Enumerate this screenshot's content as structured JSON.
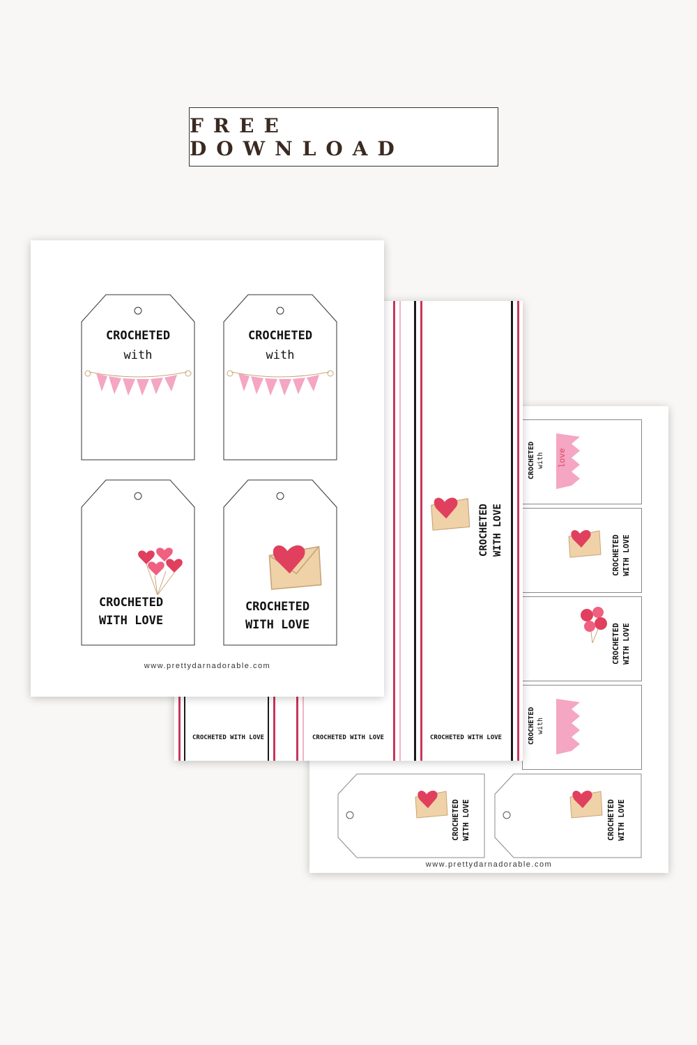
{
  "banner": {
    "label": "FREE DOWNLOAD"
  },
  "front_sheet": {
    "tags": [
      {
        "line1": "CROCHETED",
        "line2": "with",
        "art": "love-bunting"
      },
      {
        "line1": "CROCHETED",
        "line2": "with",
        "art": "love-bunting"
      },
      {
        "line1": "CROCHETED",
        "line2": "WITH LOVE",
        "art": "heart-balloons"
      },
      {
        "line1": "CROCHETED",
        "line2": "WITH LOVE",
        "art": "heart-envelope"
      }
    ],
    "website": "www.prettydarnadorable.com"
  },
  "middle_sheet": {
    "band_text": "CROCHETED WITH LOVE",
    "vertical_line1": "CROCHETED",
    "vertical_line2": "WITH LOVE",
    "stripe_colors": [
      "#c8365a",
      "#f0b4c4",
      "#1a1a1a"
    ]
  },
  "back_sheet": {
    "line1": "CROCHETED",
    "line2": "WITH LOVE",
    "small_with": "with",
    "website": "www.prettydarnadorable.com"
  },
  "colors": {
    "pink": "#f29ab8",
    "red": "#e0405e",
    "envelope": "#f0d2a8"
  }
}
